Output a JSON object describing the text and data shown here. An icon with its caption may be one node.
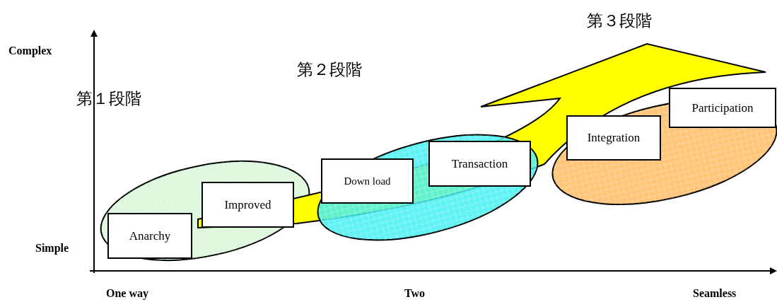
{
  "diagram": {
    "nodes": [
      {
        "text": [
          "Anarchy"
        ]
      },
      {
        "text": [
          "Improved"
        ]
      },
      {
        "text": [
          "Down load"
        ]
      },
      {
        "text": [
          "Transaction"
        ]
      },
      {
        "text": [
          "Integration"
        ]
      },
      {
        "text": [
          "Participation"
        ]
      }
    ],
    "labels": [
      "第３段階",
      "Complex",
      "第２段階",
      "第１段階",
      "Simple",
      "One way",
      "Two",
      "Seamless"
    ]
  }
}
